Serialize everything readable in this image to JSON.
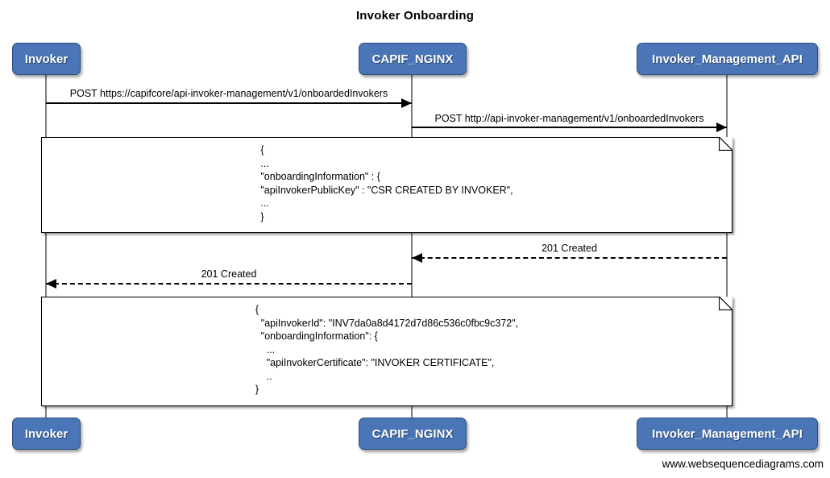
{
  "diagram": {
    "title": "Invoker Onboarding",
    "watermark": "www.websequencediagrams.com",
    "colors": {
      "actor_fill": "#4a76b8",
      "actor_border": "#2e4e7e",
      "lifeline": "#7d7d7d",
      "arrow": "#000000",
      "note_background": "#ffffff"
    },
    "actors": [
      {
        "name": "Invoker"
      },
      {
        "name": "CAPIF_NGINX"
      },
      {
        "name": "Invoker_Management_API"
      }
    ],
    "messages": [
      {
        "label": "POST https://capifcore/api-invoker-management/v1/onboardedInvokers",
        "from": "Invoker",
        "to": "CAPIF_NGINX",
        "line_style": "solid",
        "direction": "right"
      },
      {
        "label": "POST http://api-invoker-management/v1/onboardedInvokers",
        "from": "CAPIF_NGINX",
        "to": "Invoker_Management_API",
        "line_style": "solid",
        "direction": "right"
      },
      {
        "label": "201 Created",
        "from": "Invoker_Management_API",
        "to": "CAPIF_NGINX",
        "line_style": "dashed",
        "direction": "left"
      },
      {
        "label": "201 Created",
        "from": "CAPIF_NGINX",
        "to": "Invoker",
        "line_style": "dashed",
        "direction": "left"
      }
    ],
    "notes": [
      {
        "lines": [
          "{",
          "...",
          "\"onboardingInformation\" : {",
          "\"apiInvokerPublicKey\" : \"CSR CREATED BY INVOKER\",",
          "...",
          "}"
        ]
      },
      {
        "lines": [
          "{",
          "  \"apiInvokerId\": \"INV7da0a8d4172d7d86c536c0fbc9c372\",",
          "  \"onboardingInformation\": {",
          "    ...",
          "    \"apiInvokerCertificate\": \"INVOKER CERTIFICATE\",",
          "    ..",
          "}"
        ]
      }
    ]
  }
}
